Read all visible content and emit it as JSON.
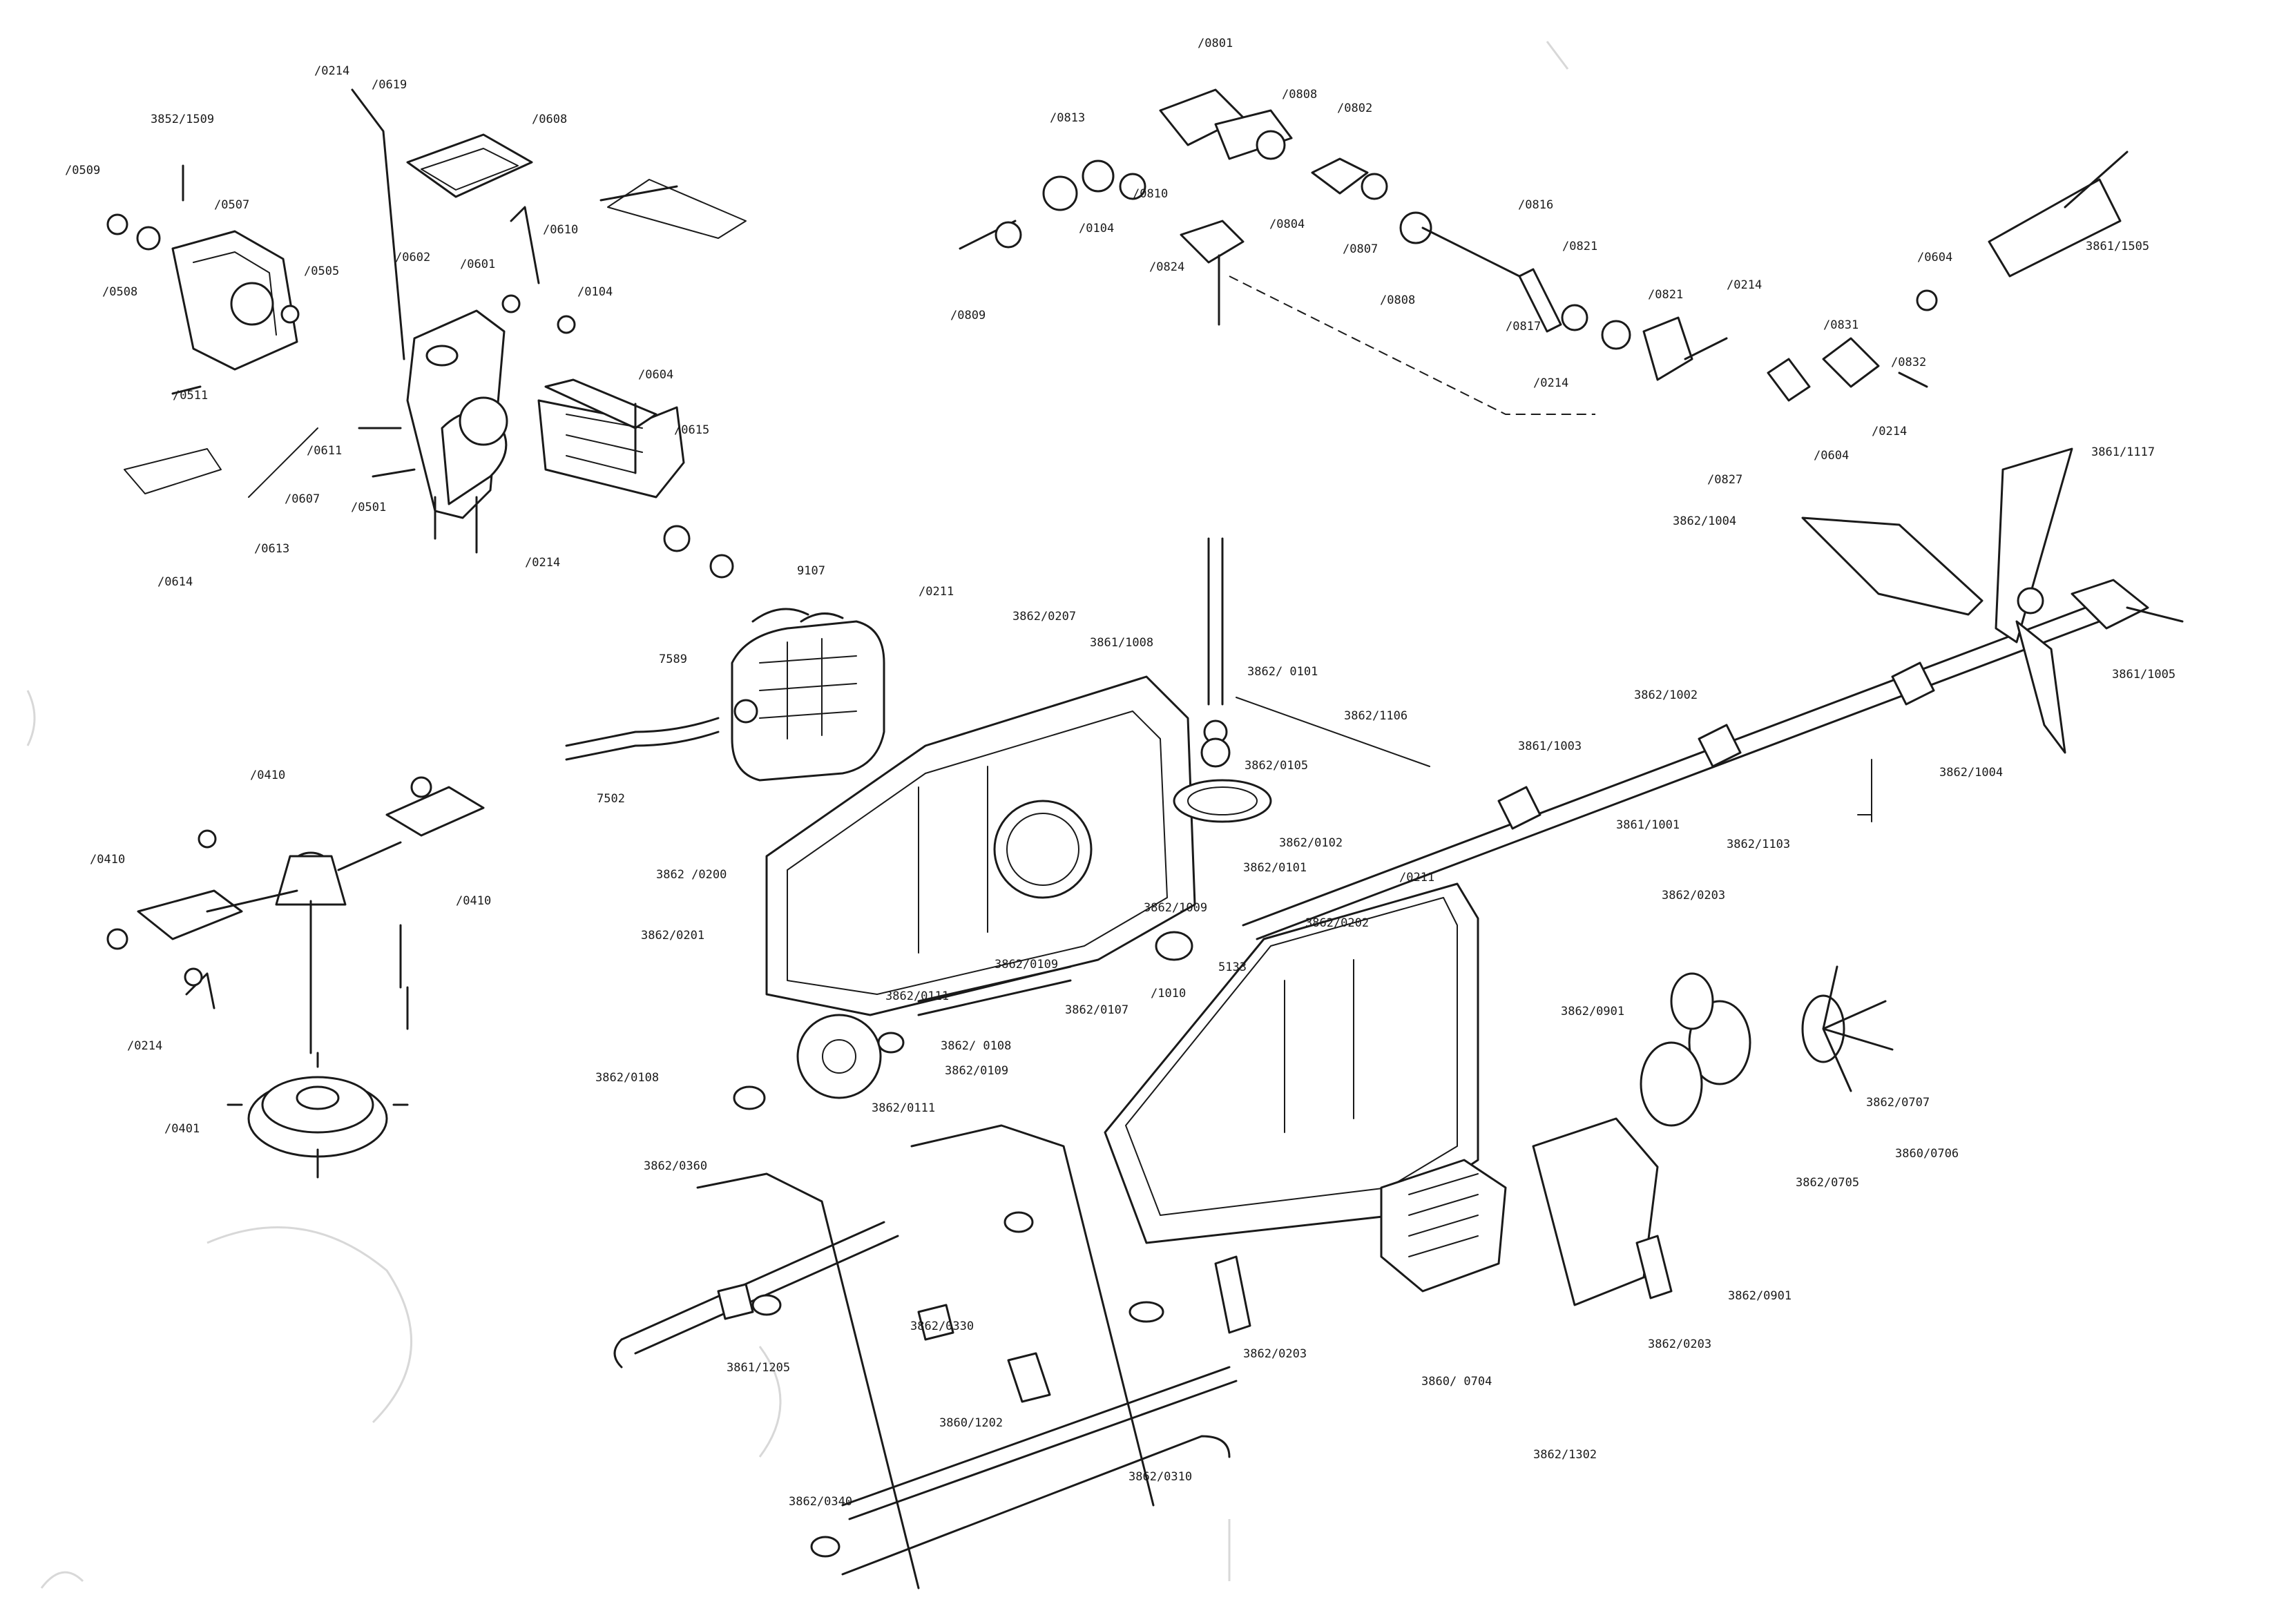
{
  "drawing": {
    "part_labels": [
      "/0214",
      "/0619",
      "3852/1509",
      "/0608",
      "/0509",
      "/0507",
      "/0610",
      "/0508",
      "/0602",
      "/0601",
      "/0505",
      "/0104",
      "/0604",
      "/0511",
      "/0611",
      "/0615",
      "/0607",
      "/0613",
      "/0501",
      "/0214",
      "/0614",
      "/0801",
      "/0808",
      "/0813",
      "/0802",
      "/0810",
      "/0104",
      "/0804",
      "/0807",
      "/0808",
      "/0816",
      "/0821",
      "/0824",
      "/0809",
      "/0821",
      "/0214",
      "/0817",
      "/0214",
      "/0831",
      "/0832",
      "/0604",
      "/0214",
      "/0827",
      "/0604",
      "3861/1505",
      "3861/1117",
      "3862/1004",
      "3861/1005",
      "9107",
      "/0211",
      "3862/0207",
      "7589",
      "3861/1008",
      "3862/ 0101",
      "3862/1106",
      "3862/0105",
      "7502",
      "3862/1002",
      "3861/1003",
      "3862/0102",
      "3862 /0200",
      "3862/1004",
      "3861/1001",
      "3862/1103",
      "3862/0101",
      "3862/0203",
      "/0211",
      "3862/0201",
      "3862/1009",
      "3862/0202",
      "5133",
      "3862/0109",
      "3862/0111",
      "/1010",
      "3862/0107",
      "3862/0901",
      "3862/0707",
      "3862/ 0108",
      "3862/0109",
      "3862/0108",
      "3862/0111",
      "3860/0706",
      "3862/0360",
      "3862/0705",
      "3862/0901",
      "3862/0203",
      "3862/0330",
      "3861/1205",
      "3862/0203",
      "3860/ 0704",
      "3860/1202",
      "3862/1302",
      "3862/0310",
      "3862/0340",
      "/0410",
      "/0410",
      "/0410",
      "/0214",
      "/0401"
    ]
  }
}
